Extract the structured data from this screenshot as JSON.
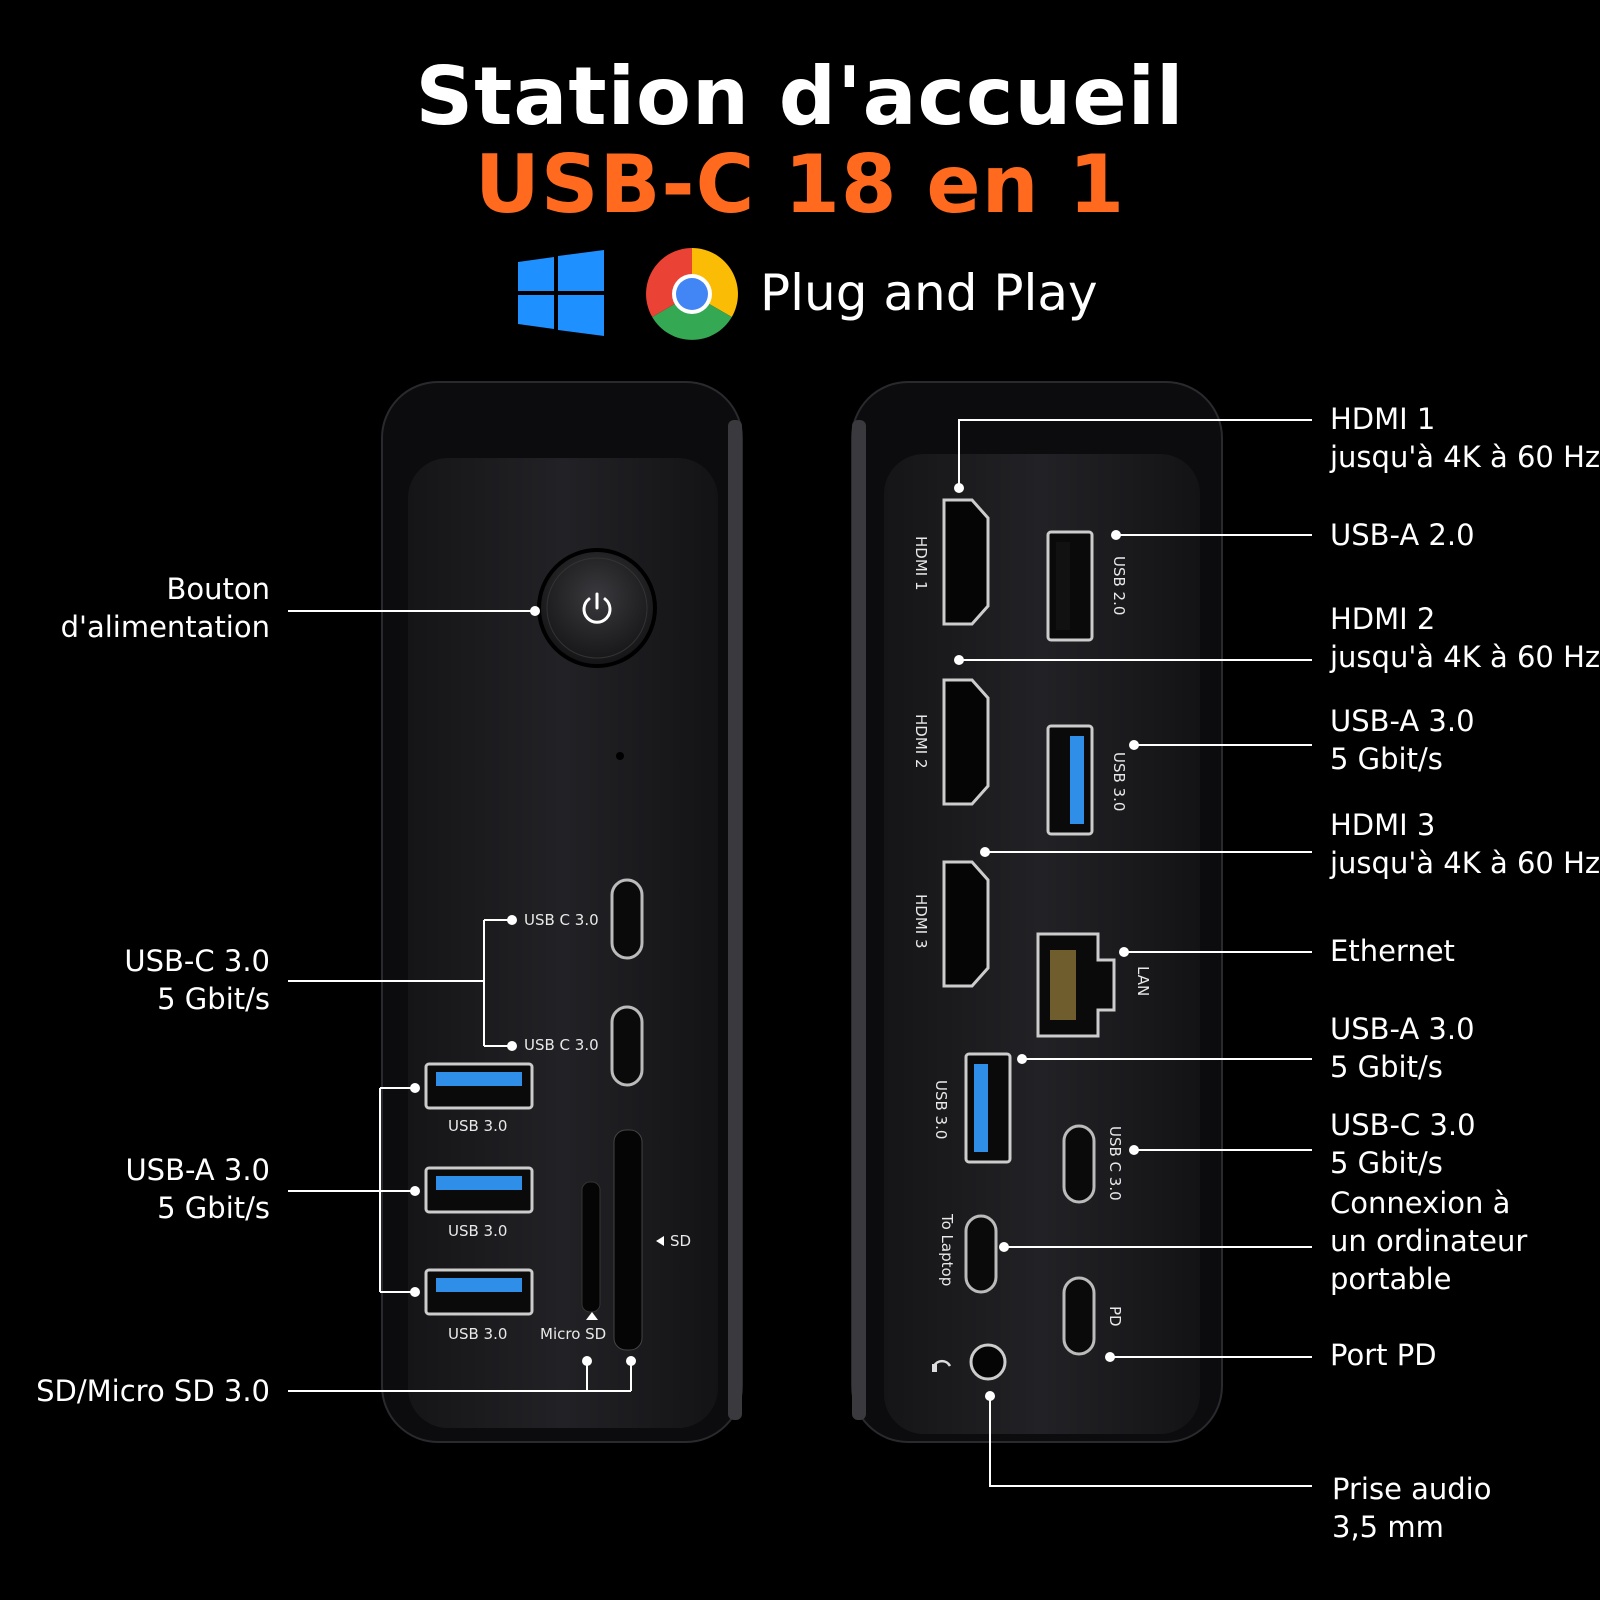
{
  "header": {
    "title_line1": "Station d'accueil",
    "title_line2": "USB-C 18 en 1",
    "compatibility_text": "Plug and Play",
    "icons": [
      "windows-icon",
      "chrome-icon"
    ]
  },
  "colors": {
    "accent": "#ff6a1f",
    "background": "#000000",
    "device_body": "#1e1e20",
    "usb3_blue": "#2f8ee8"
  },
  "left_callouts": {
    "power": [
      "Bouton",
      "d'alimentation"
    ],
    "usb_c": [
      "USB-C 3.0",
      "5 Gbit/s"
    ],
    "usb_a": [
      "USB-A 3.0",
      "5 Gbit/s"
    ],
    "sd": [
      "SD/Micro SD 3.0"
    ]
  },
  "right_callouts": {
    "hdmi1": [
      "HDMI 1",
      "jusqu'à 4K à 60 Hz"
    ],
    "usba2": [
      "USB-A 2.0"
    ],
    "hdmi2": [
      "HDMI 2",
      "jusqu'à 4K à 60 Hz"
    ],
    "usba3_top": [
      "USB-A 3.0",
      "5 Gbit/s"
    ],
    "hdmi3": [
      "HDMI 3",
      "jusqu'à 4K à 60 Hz"
    ],
    "ethernet": [
      "Ethernet"
    ],
    "usba3_bottom": [
      "USB-A 3.0",
      "5 Gbit/s"
    ],
    "usbc3": [
      "USB-C 3.0",
      "5 Gbit/s"
    ],
    "laptop": [
      "Connexion à",
      "un ordinateur",
      "portable"
    ],
    "pd": [
      "Port PD"
    ],
    "audio": [
      "Prise audio",
      "3,5 mm"
    ]
  },
  "device_labels": {
    "front_usbc": "USB C 3.0",
    "front_usba": "USB 3.0",
    "micro_sd": "Micro SD",
    "sd": "SD",
    "hdmi1": "HDMI 1",
    "hdmi2": "HDMI 2",
    "hdmi3": "HDMI 3",
    "usb20": "USB 2.0",
    "usb30": "USB 3.0",
    "lan": "LAN",
    "usbc30": "USB C 3.0",
    "to_laptop": "To Laptop",
    "pd": "PD"
  }
}
